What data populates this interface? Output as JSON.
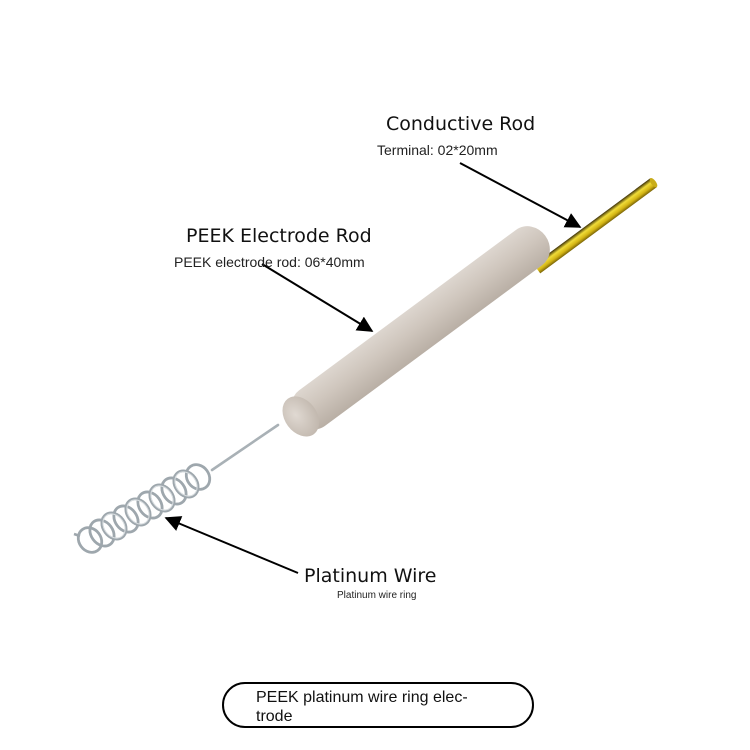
{
  "labels": {
    "conductive_rod": {
      "title": "Conductive Rod",
      "detail": "Terminal: 02*20mm"
    },
    "peek_rod": {
      "title": "PEEK Electrode Rod",
      "detail": "PEEK electrode rod: 06*40mm"
    },
    "platinum_wire": {
      "title": "Platinum Wire",
      "detail": "Platinum wire ring"
    }
  },
  "caption": "PEEK platinum wire ring elec- trode",
  "colors": {
    "peek": "#cfc6bd",
    "brass": "#e2c81e",
    "wire": "#a9b1b6",
    "arrow": "#000000"
  }
}
